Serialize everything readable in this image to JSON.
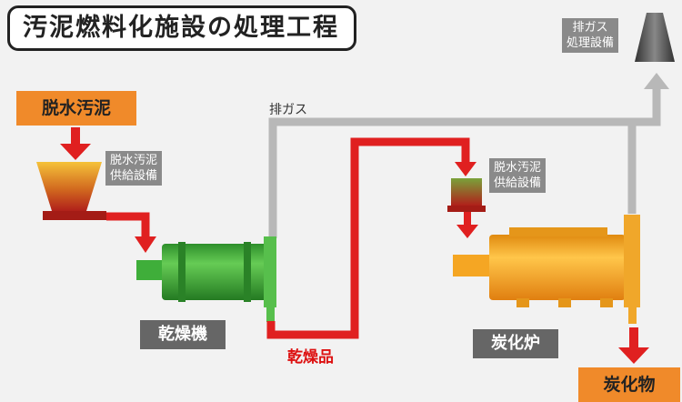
{
  "title": "汚泥燃料化施設の処理工程",
  "labels": {
    "dewatered_sludge": "脱水汚泥",
    "feeder_1": "脱水汚泥\n供給設備",
    "feeder_2": "脱水汚泥\n供給設備",
    "exhaust_gas": "排ガス",
    "exhaust_treatment": "排ガス\n処理設備",
    "dryer": "乾燥機",
    "dried_product": "乾燥品",
    "carbonization_furnace": "炭化炉",
    "carbide": "炭化物"
  },
  "colors": {
    "red_flow": "#e02020",
    "gray_flow": "#b8b8b8",
    "dryer_green": "#3fae3a",
    "furnace_orange": "#f5a623",
    "label_orange": "#f08a2a"
  }
}
